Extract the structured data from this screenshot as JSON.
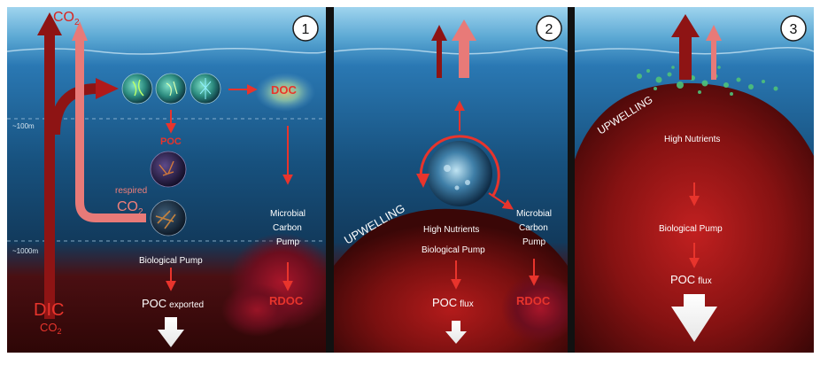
{
  "colors": {
    "dark_red": "#8e1414",
    "pink": "#e87a78",
    "arrow_red": "#e8342c",
    "label_red": "#d8231e",
    "deep_water": "#3a0808",
    "surface_blue": "#1d6fa8",
    "text_white": "#ffffff"
  },
  "panel1": {
    "number": "1",
    "co2_top": "CO",
    "co2_top_sub": "2",
    "doc": "DOC",
    "depth_100": "~100m",
    "poc": "POC",
    "respired": "respired",
    "respired_co2": "CO",
    "respired_co2_sub": "2",
    "mcp_line1": "Microbial",
    "mcp_line2": "Carbon",
    "mcp_line3": "Pump",
    "depth_1000": "~1000m",
    "bio_pump": "Biological Pump",
    "poc_exported_main": "POC",
    "poc_exported_sub": "exported",
    "rdoc": "RDOC",
    "dic": "DIC",
    "dic_co2": "CO",
    "dic_co2_sub": "2"
  },
  "panel2": {
    "number": "2",
    "upwelling": "UPWELLING",
    "high_nutrients": "High Nutrients",
    "bio_pump": "Biological Pump",
    "mcp_line1": "Microbial",
    "mcp_line2": "Carbon",
    "mcp_line3": "Pump",
    "poc_flux_main": "POC",
    "poc_flux_sub": "flux",
    "rdoc": "RDOC"
  },
  "panel3": {
    "number": "3",
    "upwelling": "UPWELLING",
    "high_nutrients": "High Nutrients",
    "bio_pump": "Biological Pump",
    "poc_flux_main": "POC",
    "poc_flux_sub": "flux"
  }
}
